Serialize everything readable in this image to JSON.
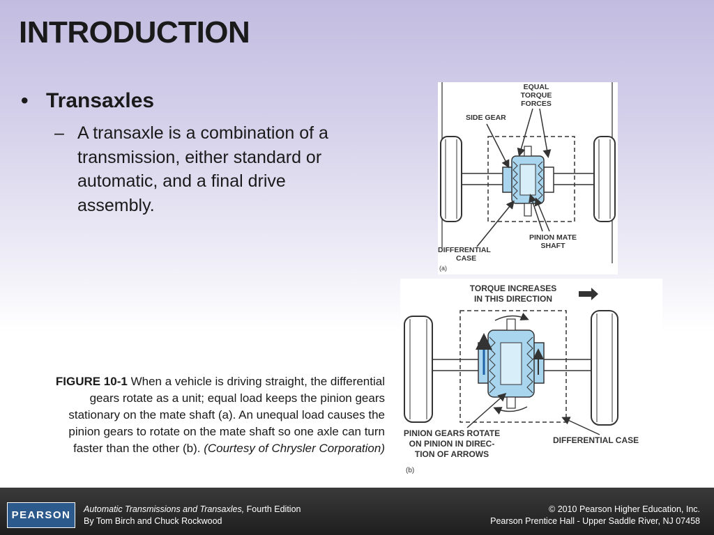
{
  "slide": {
    "title": "INTRODUCTION",
    "bullet": "•",
    "bullet_heading": "Transaxles",
    "sub_dash": "–",
    "sub_text": "A transaxle is a combination of a transmission, either standard or automatic, and a final drive assembly."
  },
  "caption": {
    "label": "FIGURE 10-1",
    "text": " When a vehicle is driving straight, the differential gears rotate as a unit; equal load keeps the pinion gears stationary on the mate shaft (a). An unequal load causes the pinion gears to rotate on the mate shaft so one axle can turn faster than the other (b). ",
    "credit": "(Courtesy of Chrysler Corporation)"
  },
  "figure_a": {
    "label_equal_1": "EQUAL",
    "label_equal_2": "TORQUE",
    "label_equal_3": "FORCES",
    "label_side_gear": "SIDE GEAR",
    "label_pinion_1": "PINION MATE",
    "label_pinion_2": "SHAFT",
    "label_diff_1": "DIFFERENTIAL",
    "label_diff_2": "CASE",
    "panel": "(a)"
  },
  "figure_b": {
    "label_torque_1": "TORQUE INCREASES",
    "label_torque_2": "IN THIS DIRECTION",
    "label_pinion_1": "PINION GEARS ROTATE",
    "label_pinion_2": "ON PINION IN DIREC-",
    "label_pinion_3": "TION OF ARROWS",
    "label_diff_case": "DIFFERENTIAL CASE",
    "panel": "(b)"
  },
  "footer": {
    "logo": "PEARSON",
    "book_title": "Automatic Transmissions and Transaxles,",
    "edition": " Fourth Edition",
    "authors": "By Tom Birch and Chuck Rockwood",
    "copyright": "© 2010 Pearson Higher Education, Inc.",
    "publisher": "Pearson Prentice Hall - Upper Saddle River, NJ 07458"
  },
  "colors": {
    "gear_blue": "#a9d6ee",
    "line": "#333333",
    "footer_bg": "#222222"
  }
}
